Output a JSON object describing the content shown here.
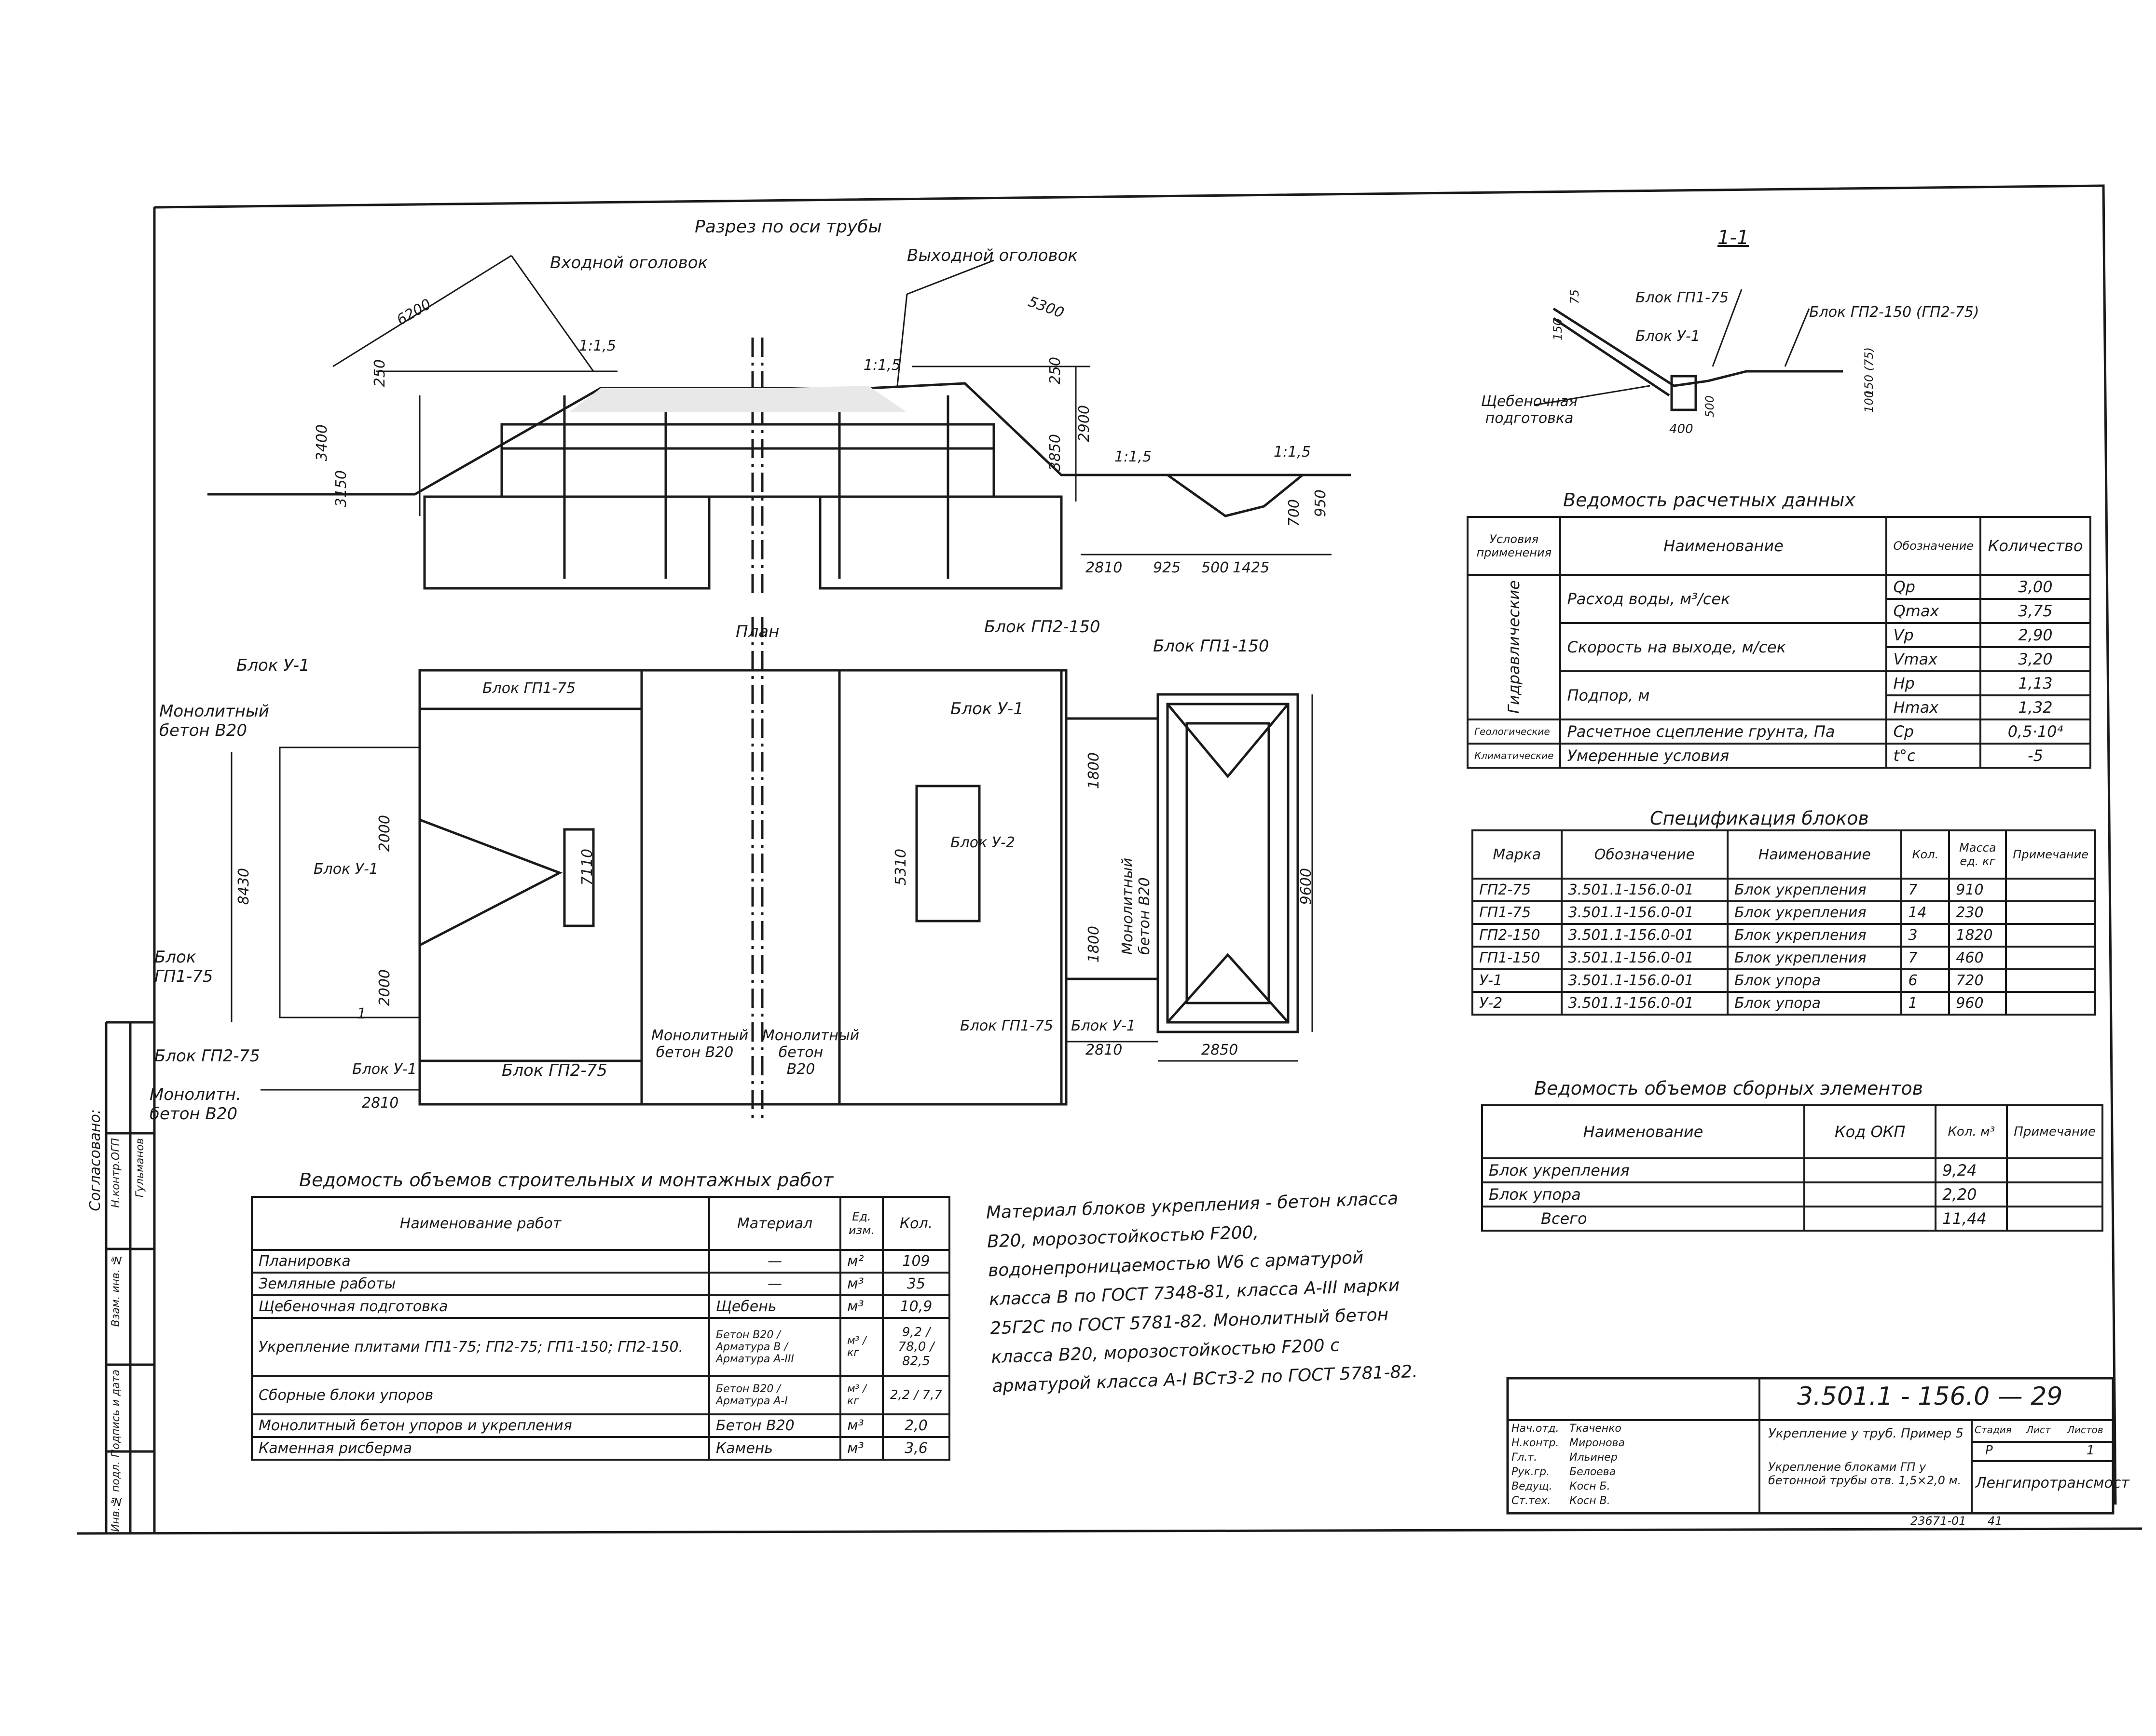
{
  "views": {
    "section_title": "Разрез по оси трубы",
    "inlet_label": "Входной оголовок",
    "outlet_label": "Выходной оголовок",
    "section_1_title": "1-1",
    "plan_title": "План"
  },
  "section_dims": {
    "d6200": "6200",
    "d5300": "5300",
    "slope1": "1:1,5",
    "slope2": "1:1,5",
    "slope3": "1:1,5",
    "slope4": "1:1,5",
    "d250a": "250",
    "d250b": "250",
    "d3400": "3400",
    "d3150": "3150",
    "d3850": "3850",
    "d2900": "2900",
    "d700": "700",
    "d950": "950",
    "d2810": "2810",
    "d925": "925",
    "d500": "500",
    "d1425": "1425"
  },
  "section11_labels": {
    "gp1_75": "Блок ГП1-75",
    "u1": "Блок У-1",
    "gp2_150": "Блок ГП2-150 (ГП2-75)",
    "gravel": "Щебеночная подготовка",
    "d150": "150",
    "d75": "75",
    "d150b": "150 (75)",
    "d100": "100",
    "d500": "500",
    "d400": "400"
  },
  "plan_labels": {
    "block_u1_top": "Блок У-1",
    "mono_b20_left": "Монолитный бетон В20",
    "block_gp1_75_top": "Блок ГП1-75",
    "block_u1_mid": "Блок У-1",
    "block_gp1_75_left": "Блок ГП1-75",
    "block_gp2_75_left": "Блок ГП2-75",
    "block_u1_low": "Блок У-1",
    "block_gp2_75_bottom": "Блок ГП2-75",
    "mono_b20_bottom_left": "Монолитн. бетон В20",
    "mono_center_left": "Монолитный бетон В20",
    "mono_center_right": "Монолитный бетон В20",
    "block_gp2_150": "Блок ГП2-150",
    "block_gp1_150": "Блок ГП1-150",
    "block_u1_right": "Блок У-1",
    "block_u2": "Блок У-2",
    "mono_right_vertical": "Монолитный бетон В20",
    "block_gp1_75_bottom": "Блок ГП1-75",
    "block_u1_bottom_right": "Блок У-1",
    "d8430": "8430",
    "d2000a": "2000",
    "d2000b": "2000",
    "d7110": "7110",
    "d2810_left": "2810",
    "d5310": "5310",
    "d1800a": "1800",
    "d1800b": "1800",
    "d9600": "9600",
    "d2810_right": "2810",
    "d2850": "2850",
    "sec_mark": "1"
  },
  "design_data": {
    "title": "Ведомость расчетных данных",
    "headers": [
      "Условия применения",
      "Наименование",
      "Обозначение",
      "Количество"
    ],
    "group_hydro": "Гидравлические",
    "group_geo": "Геологические",
    "group_clim": "Климатические",
    "rows": [
      {
        "name": "Расход воды, м³/сек",
        "sym": "Qp",
        "val": "3,00"
      },
      {
        "name": "",
        "sym": "Qmax",
        "val": "3,75"
      },
      {
        "name": "Скорость на выходе, м/сек",
        "sym": "Vp",
        "val": "2,90"
      },
      {
        "name": "",
        "sym": "Vmax",
        "val": "3,20"
      },
      {
        "name": "Подпор, м",
        "sym": "Hp",
        "val": "1,13"
      },
      {
        "name": "",
        "sym": "Hmax",
        "val": "1,32"
      },
      {
        "name": "Расчетное сцепление грунта, Па",
        "sym": "Cp",
        "val": "0,5·10⁴"
      },
      {
        "name": "Умеренные условия",
        "sym": "t°c",
        "val": "-5"
      }
    ]
  },
  "blocks_spec": {
    "title": "Спецификация блоков",
    "headers": [
      "Марка",
      "Обозначение",
      "Наименование",
      "Кол.",
      "Масса ед. кг",
      "Примечание"
    ],
    "rows": [
      [
        "ГП2-75",
        "3.501.1-156.0-01",
        "Блок укрепления",
        "7",
        "910",
        ""
      ],
      [
        "ГП1-75",
        "3.501.1-156.0-01",
        "Блок укрепления",
        "14",
        "230",
        ""
      ],
      [
        "ГП2-150",
        "3.501.1-156.0-01",
        "Блок укрепления",
        "3",
        "1820",
        ""
      ],
      [
        "ГП1-150",
        "3.501.1-156.0-01",
        "Блок укрепления",
        "7",
        "460",
        ""
      ],
      [
        "У-1",
        "3.501.1-156.0-01",
        "Блок упора",
        "6",
        "720",
        ""
      ],
      [
        "У-2",
        "3.501.1-156.0-01",
        "Блок упора",
        "1",
        "960",
        ""
      ]
    ]
  },
  "precast_volumes": {
    "title": "Ведомость объемов сборных элементов",
    "headers": [
      "Наименование",
      "Код ОКП",
      "Кол. м³",
      "Примечание"
    ],
    "rows": [
      [
        "Блок укрепления",
        "",
        "9,24",
        ""
      ],
      [
        "Блок упора",
        "",
        "2,20",
        ""
      ],
      [
        "Всего",
        "",
        "11,44",
        ""
      ]
    ]
  },
  "works_volumes": {
    "title": "Ведомость объемов строительных и монтажных работ",
    "headers": [
      "Наименование работ",
      "Материал",
      "Ед. изм.",
      "Кол."
    ],
    "rows": [
      [
        "Планировка",
        "—",
        "м²",
        "109"
      ],
      [
        "Земляные работы",
        "—",
        "м³",
        "35"
      ],
      [
        "Щебеночная подготовка",
        "Щебень",
        "м³",
        "10,9"
      ],
      [
        "Укрепление плитами ГП1-75; ГП2-75; ГП1-150; ГП2-150.",
        "Бетон В20 / Арматура В / Арматура А-III",
        "м³ / кг",
        "9,2 / 78,0 / 82,5"
      ],
      [
        "Сборные блоки упоров",
        "Бетон В20 / Арматура А-I",
        "м³ / кг",
        "2,2 / 7,7"
      ],
      [
        "Монолитный бетон упоров и укрепления",
        "Бетон В20",
        "м³",
        "2,0"
      ],
      [
        "Каменная рисберма",
        "Камень",
        "м³",
        "3,6"
      ]
    ]
  },
  "note_text": "Материал блоков укрепления - бетон класса В20, морозостойкостью F200, водонепроницаемостью W6 с арматурой класса В по ГОСТ 7348-81, класса А-III марки 25Г2С по ГОСТ 5781-82. Монолитный бетон класса В20, морозостойкостью F200 с арматурой класса А-I ВСт3-2 по ГОСТ 5781-82.",
  "title_block": {
    "code": "3.501.1 - 156.0 — 29",
    "people": [
      [
        "Нач.отд.",
        "Ткаченко"
      ],
      [
        "Н.контр.",
        "Миронова"
      ],
      [
        "Гл.т.",
        "Ильинер"
      ],
      [
        "Рук.гр.",
        "Белоева"
      ],
      [
        "Ведущ.",
        "Косн Б."
      ],
      [
        "Ст.тех.",
        "Косн В."
      ]
    ],
    "title_main": "Укрепление у труб. Пример 5",
    "title_sub": "Укрепление блоками ГП у бетонной трубы отв. 1,5×2,0 м.",
    "stage_h": "Стадия",
    "sheet_h": "Лист",
    "sheets_h": "Листов",
    "stage": "Р",
    "sheet": "",
    "sheets": "1",
    "org": "Ленгипротрансмост",
    "bottom_num": "23671-01",
    "bottom_page": "41"
  },
  "left_margin": {
    "agreed": "Согласовано:",
    "inv": "Инв.№ подл.",
    "sign_date": "Подпись и дата",
    "vzam": "Взам. инв. №",
    "field1": "Н.контр.ОГП",
    "field2": "Гульманов"
  }
}
